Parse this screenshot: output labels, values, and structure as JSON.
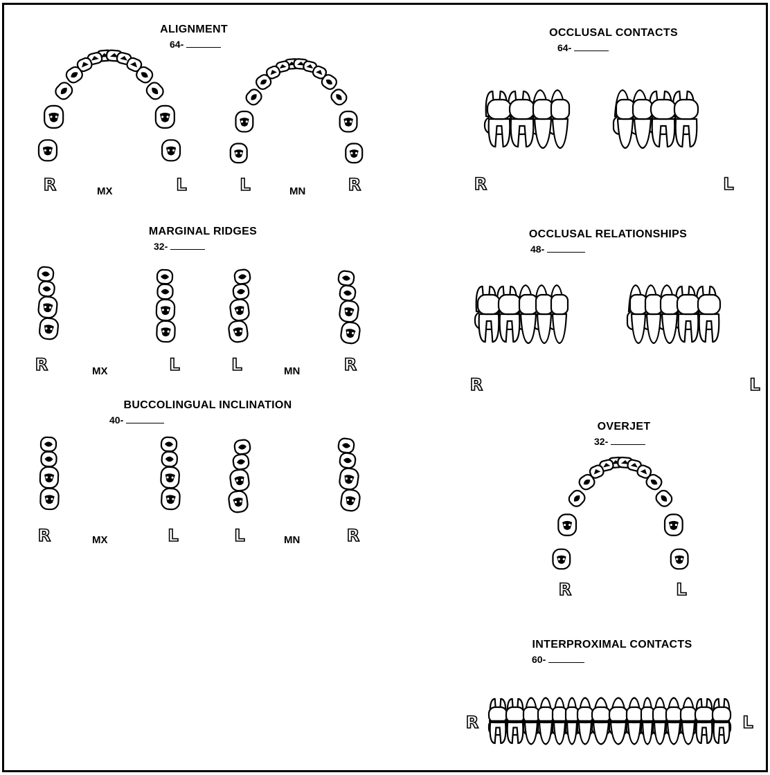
{
  "sections": {
    "alignment": {
      "title": "ALIGNMENT",
      "score": "64-",
      "labels": {
        "r1": "R",
        "mx": "MX",
        "l1": "L",
        "l2": "L",
        "mn": "MN",
        "r2": "R"
      }
    },
    "marginal_ridges": {
      "title": "MARGINAL RIDGES",
      "score": "32-",
      "labels": {
        "r1": "R",
        "mx": "MX",
        "l1": "L",
        "l2": "L",
        "mn": "MN",
        "r2": "R"
      }
    },
    "buccolingual_inclination": {
      "title": "BUCCOLINGUAL INCLINATION",
      "score": "40-",
      "labels": {
        "r1": "R",
        "mx": "MX",
        "l1": "L",
        "l2": "L",
        "mn": "MN",
        "r2": "R"
      }
    },
    "occlusal_contacts": {
      "title": "OCCLUSAL CONTACTS",
      "score": "64-",
      "labels": {
        "r": "R",
        "l": "L"
      }
    },
    "occlusal_relationships": {
      "title": "OCCLUSAL RELATIONSHIPS",
      "score": "48-",
      "labels": {
        "r": "R",
        "l": "L"
      }
    },
    "overjet": {
      "title": "OVERJET",
      "score": "32-",
      "labels": {
        "r": "R",
        "l": "L"
      }
    },
    "interproximal_contacts": {
      "title": "INTERPROXIMAL CONTACTS",
      "score": "60-",
      "labels": {
        "r": "R",
        "l": "L"
      }
    }
  }
}
